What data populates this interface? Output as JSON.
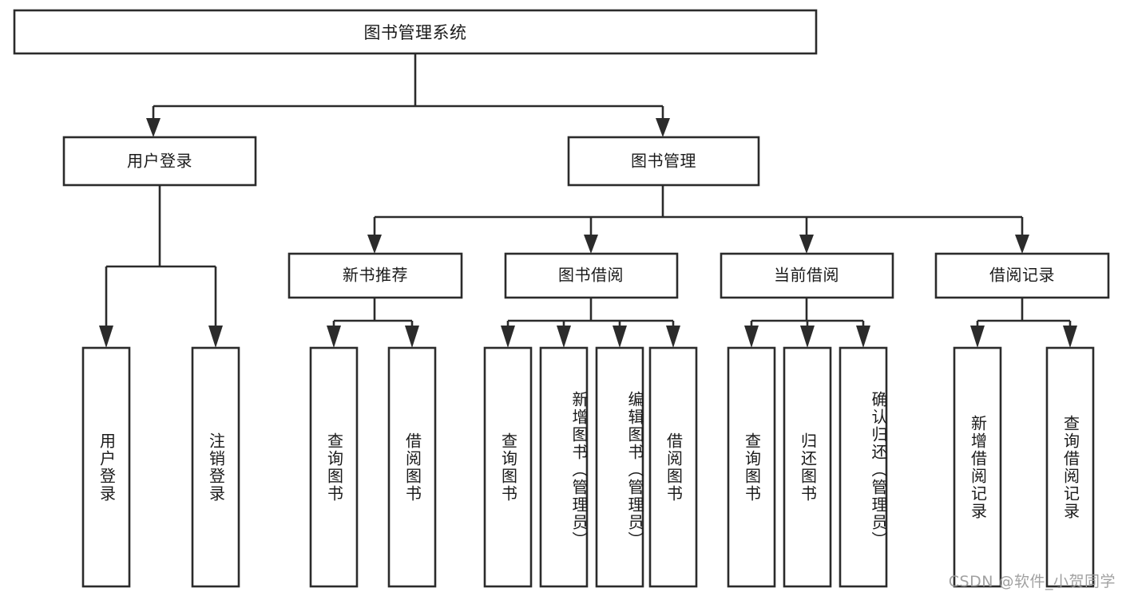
{
  "diagram": {
    "title": "图书管理系统",
    "type": "tree-hierarchy",
    "orientation": "top-down",
    "root": {
      "label": "图书管理系统"
    },
    "level2": [
      {
        "label": "用户登录"
      },
      {
        "label": "图书管理"
      }
    ],
    "level3": [
      {
        "label": "新书推荐"
      },
      {
        "label": "图书借阅"
      },
      {
        "label": "当前借阅"
      },
      {
        "label": "借阅记录"
      }
    ],
    "leaves": {
      "user_login": [
        {
          "label": "用户登录"
        },
        {
          "label": "注销登录"
        }
      ],
      "new_book_recommend": [
        {
          "label": "查询图书"
        },
        {
          "label": "借阅图书"
        }
      ],
      "book_borrow": [
        {
          "label": "查询图书"
        },
        {
          "label": "新增图书（管理员）"
        },
        {
          "label": "编辑图书（管理员）"
        },
        {
          "label": "借阅图书"
        }
      ],
      "current_borrow": [
        {
          "label": "查询图书"
        },
        {
          "label": "归还图书"
        },
        {
          "label": "确认归还（管理员）"
        }
      ],
      "borrow_record": [
        {
          "label": "新增借阅记录"
        },
        {
          "label": "查询借阅记录"
        }
      ]
    }
  },
  "watermark": {
    "text": "CSDN @软件_小贺同学"
  },
  "colors": {
    "box_stroke": "#2b2b2b",
    "box_fill": "#ffffff",
    "text": "#1a1a1a",
    "connector": "#2b2b2b",
    "watermark": "#9a9a9a",
    "background": "#ffffff"
  }
}
